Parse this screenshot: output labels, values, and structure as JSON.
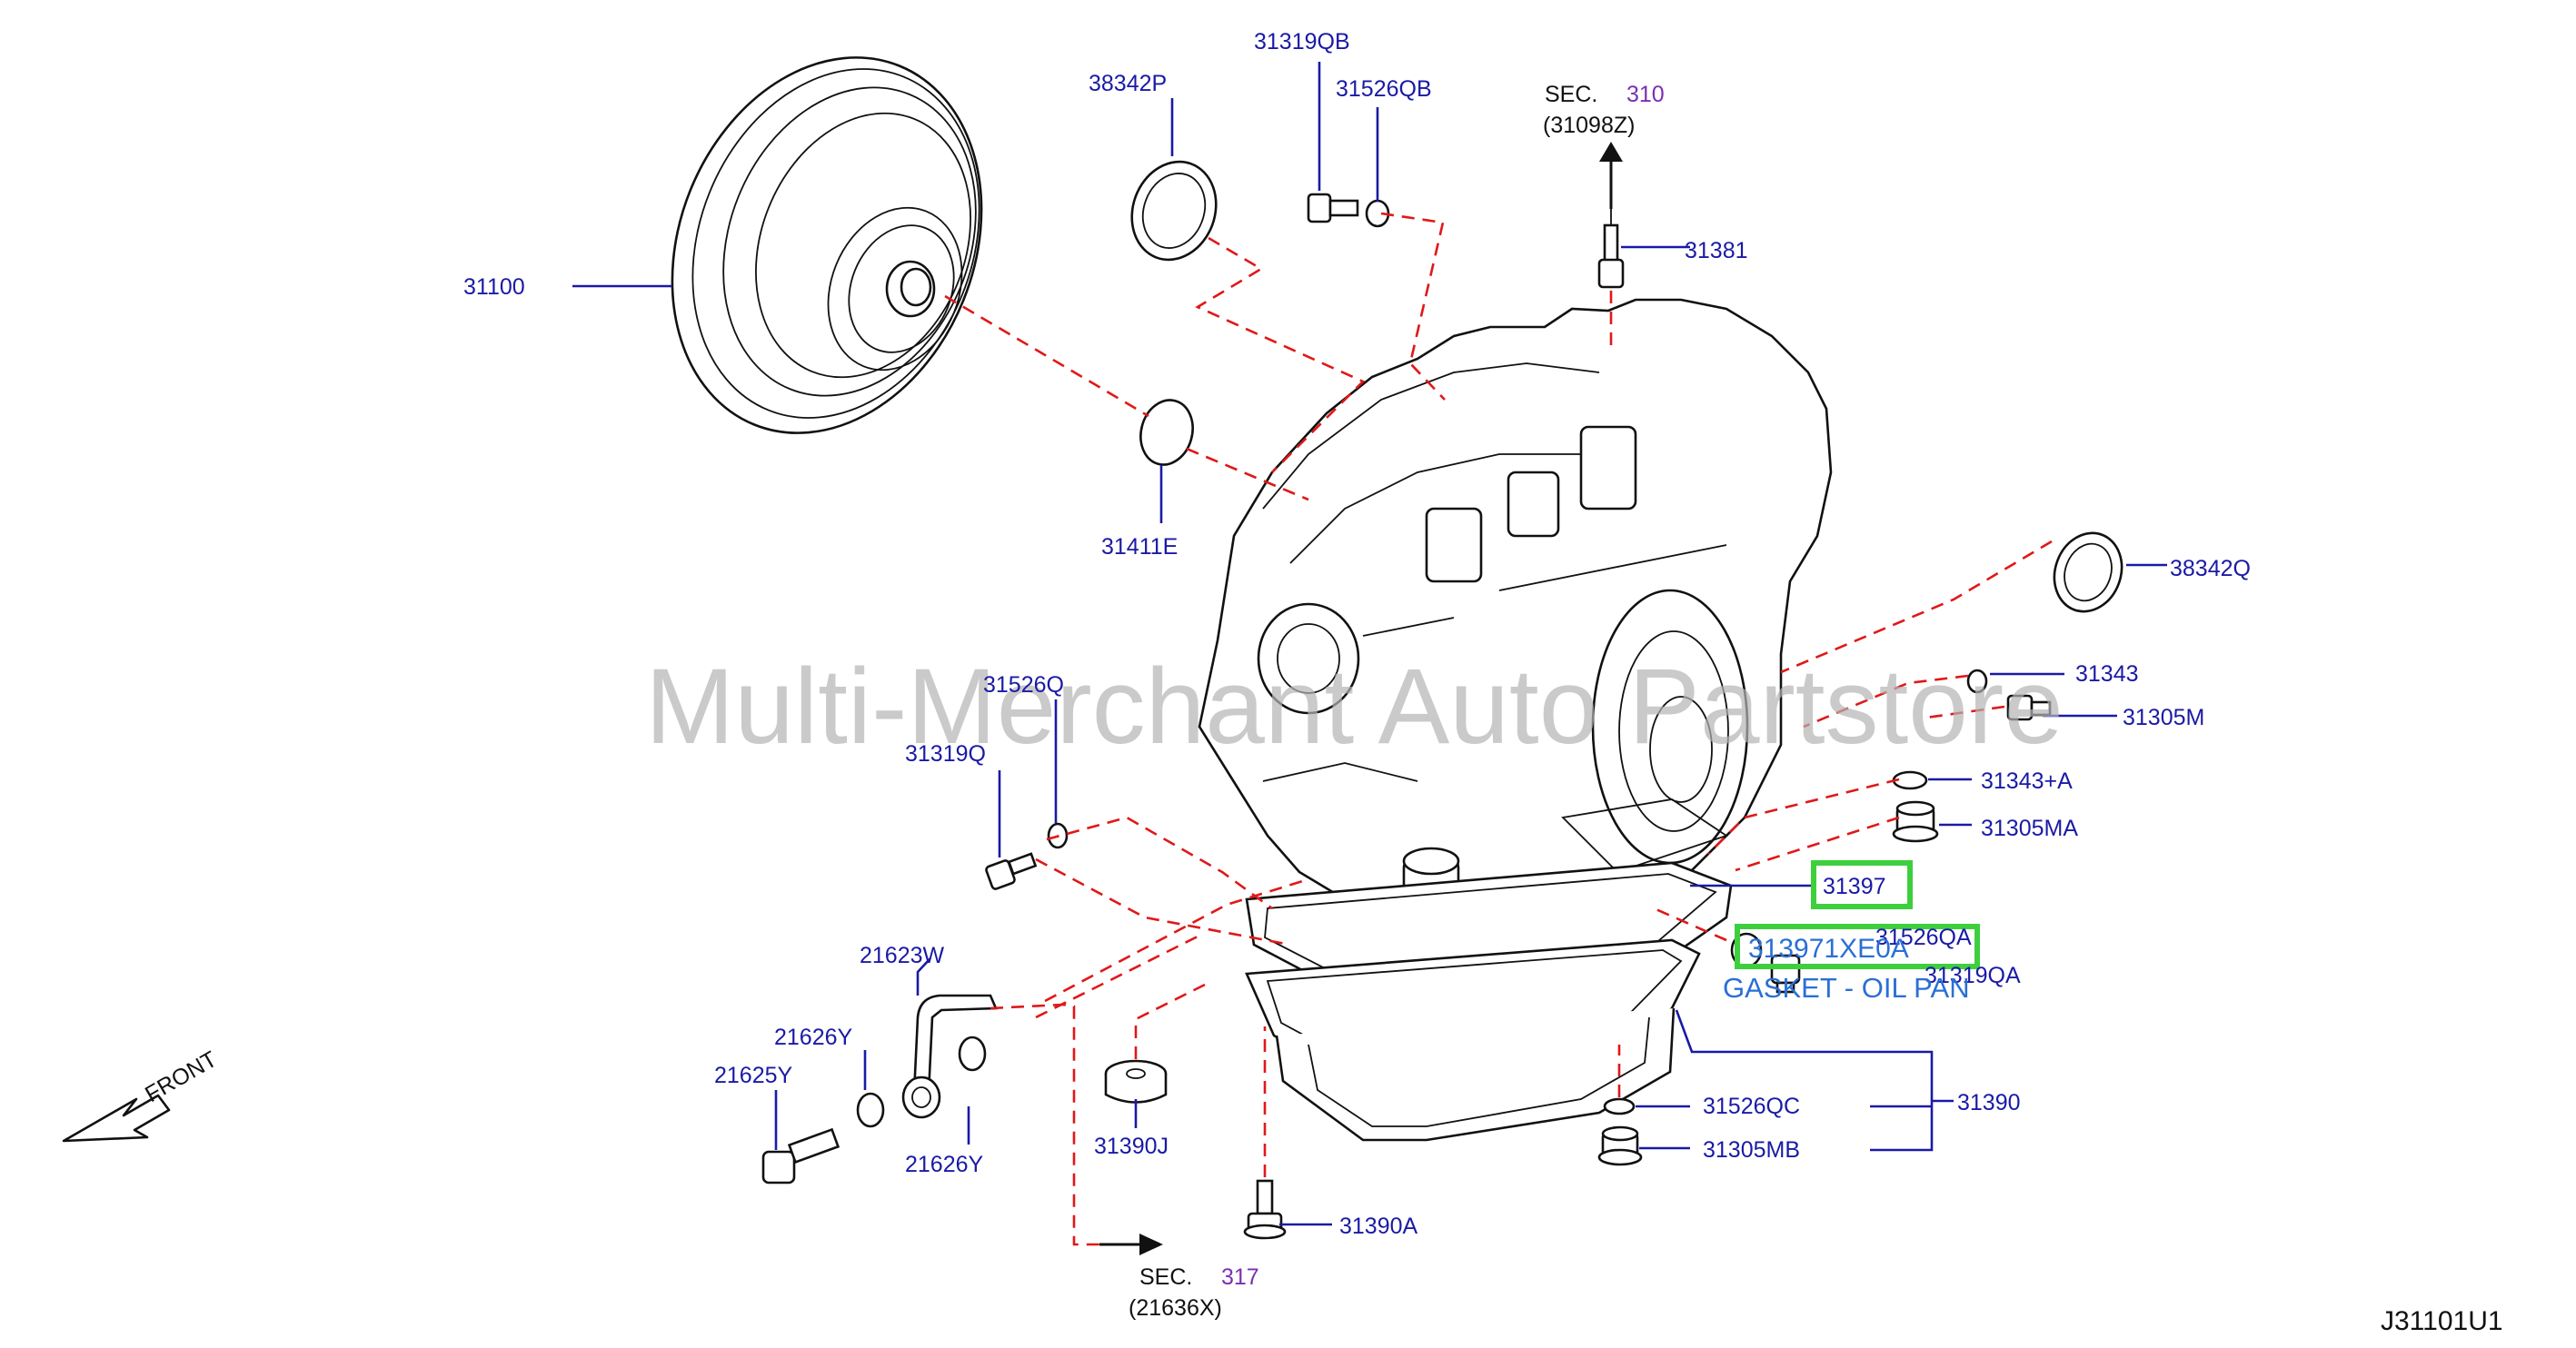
{
  "watermark": "Multi-Merchant Auto Partstore",
  "diagram_ref": "J31101U1",
  "front_label": "FRONT",
  "sections": {
    "top": {
      "prefix": "SEC.",
      "num": "310",
      "sub": "(31098Z)"
    },
    "bottom": {
      "prefix": "SEC.",
      "num": "317",
      "sub": "(21636X)"
    }
  },
  "highlight": {
    "selected_part": "31397",
    "part_number": "313971XE0A",
    "description": "GASKET - OIL PAN"
  },
  "parts": {
    "p31100": "31100",
    "p38342P": "38342P",
    "p31319QB": "31319QB",
    "p31526QB": "31526QB",
    "p31381": "31381",
    "p31411E": "31411E",
    "p38342Q": "38342Q",
    "p31343": "31343",
    "p31305M": "31305M",
    "p31343A": "31343+A",
    "p31305MA": "31305MA",
    "p31526Q": "31526Q",
    "p31319Q": "31319Q",
    "p31526QA": "31526QA",
    "p31319QA": "31319QA",
    "p21623W": "21623W",
    "p21626Y_top": "21626Y",
    "p21625Y": "21625Y",
    "p21626Y_bottom": "21626Y",
    "p31390J": "31390J",
    "p31390A": "31390A",
    "p31526QC": "31526QC",
    "p31305MB": "31305MB",
    "p31390": "31390"
  },
  "colors": {
    "label": "#1a1aa6",
    "leader_dash": "#e01818",
    "highlight_border": "#3ecf3e",
    "highlight_text": "#2a6fd6",
    "section_number": "#7a2fb3"
  }
}
